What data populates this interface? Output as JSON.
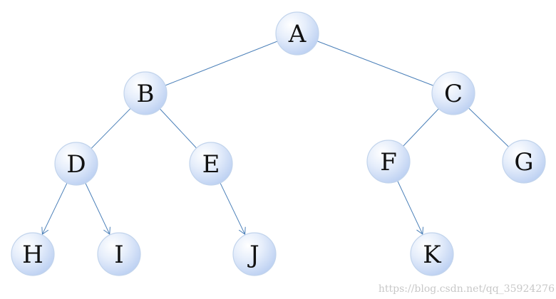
{
  "nodes": [
    {
      "id": "A",
      "label": "A"
    },
    {
      "id": "B",
      "label": "B"
    },
    {
      "id": "C",
      "label": "C"
    },
    {
      "id": "D",
      "label": "D"
    },
    {
      "id": "E",
      "label": "E"
    },
    {
      "id": "F",
      "label": "F"
    },
    {
      "id": "G",
      "label": "G"
    },
    {
      "id": "H",
      "label": "H"
    },
    {
      "id": "I",
      "label": "I"
    },
    {
      "id": "J",
      "label": "J"
    },
    {
      "id": "K",
      "label": "K"
    }
  ],
  "edges": [
    {
      "from": "A",
      "to": "B",
      "arrow": false
    },
    {
      "from": "A",
      "to": "C",
      "arrow": false
    },
    {
      "from": "B",
      "to": "D",
      "arrow": false
    },
    {
      "from": "B",
      "to": "E",
      "arrow": false
    },
    {
      "from": "C",
      "to": "F",
      "arrow": false
    },
    {
      "from": "C",
      "to": "G",
      "arrow": false
    },
    {
      "from": "D",
      "to": "H",
      "arrow": true
    },
    {
      "from": "D",
      "to": "I",
      "arrow": true
    },
    {
      "from": "E",
      "to": "J",
      "arrow": true
    },
    {
      "from": "F",
      "to": "K",
      "arrow": true
    }
  ],
  "watermark": "https://blog.csdn.net/qq_35924276",
  "colors": {
    "edge": "#4a7fb8",
    "node_fill_light": "#ffffff",
    "node_fill_dark": "#bcd0f2",
    "node_stroke": "#c2d4ec"
  }
}
